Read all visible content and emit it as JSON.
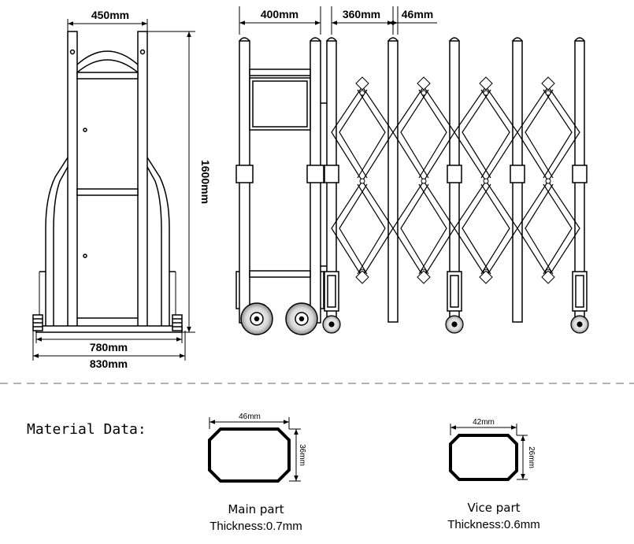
{
  "front_view": {
    "top_width": "450mm",
    "height": "1600mm",
    "inner_width": "780mm",
    "outer_width": "830mm"
  },
  "side_view": {
    "box_width": "400mm",
    "pitch": "360mm",
    "post_width": "46mm"
  },
  "material": {
    "heading": "Material Data:",
    "main_part": {
      "width": "46mm",
      "height": "36mm",
      "name": "Main part",
      "thickness": "Thickness:0.7mm"
    },
    "vice_part": {
      "width": "42mm",
      "height": "26mm",
      "name": "Vice part",
      "thickness": "Thickness:0.6mm"
    }
  }
}
